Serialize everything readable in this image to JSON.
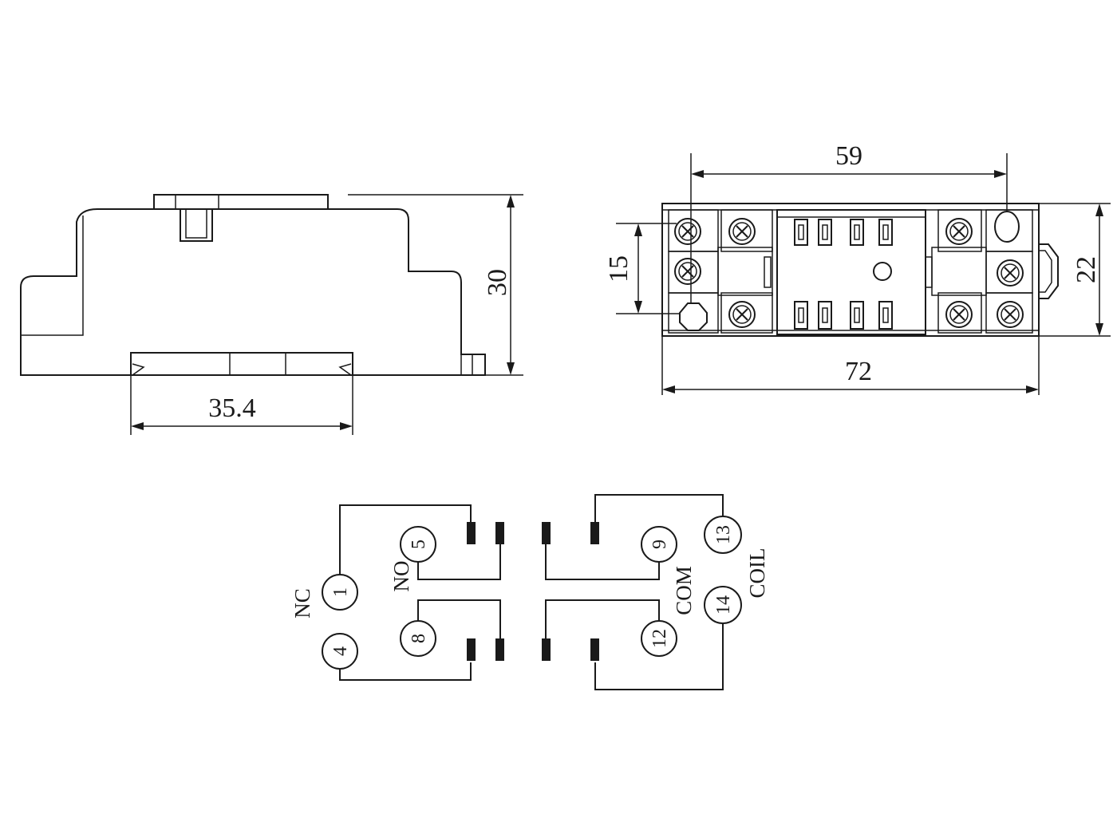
{
  "side_view": {
    "width_label": "35.4",
    "height_label": "30"
  },
  "top_view": {
    "length_label": "72",
    "mount_pitch_label": "59",
    "height_label": "22",
    "pin_row_label": "15"
  },
  "wiring": {
    "terminals": {
      "t1": "1",
      "t4": "4",
      "t5": "5",
      "t8": "8",
      "t9": "9",
      "t12": "12",
      "t13": "13",
      "t14": "14"
    },
    "labels": {
      "nc": "NC",
      "no": "NO",
      "com": "COM",
      "coil": "COIL"
    }
  }
}
